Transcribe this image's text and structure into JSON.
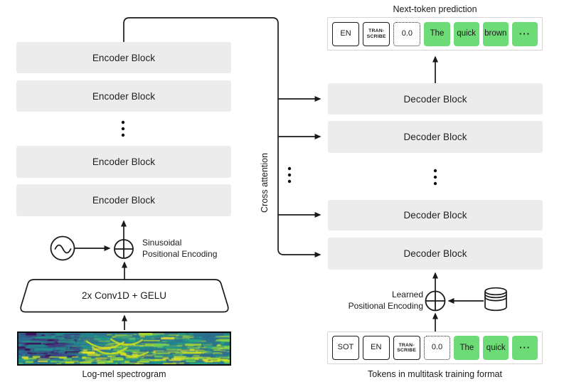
{
  "headings": {
    "next_token": "Next-token prediction",
    "tokens_format": "Tokens in multitask training format",
    "log_mel": "Log-mel spectrogram"
  },
  "encoder": {
    "blocks": [
      "Encoder Block",
      "Encoder Block",
      "Encoder Block",
      "Encoder Block"
    ],
    "conv_label": "2x Conv1D + GELU",
    "pe_line1": "Sinusoidal",
    "pe_line2": "Positional Encoding"
  },
  "decoder": {
    "blocks": [
      "Decoder Block",
      "Decoder Block",
      "Decoder Block",
      "Decoder Block"
    ],
    "pe_line1": "Learned",
    "pe_line2": "Positional Encoding"
  },
  "cross_attention": {
    "label": "Cross attention"
  },
  "output_row": {
    "tokens": [
      {
        "label": "EN",
        "type": "special"
      },
      {
        "label": "TRAN-",
        "label2": "SCRIBE",
        "type": "special"
      },
      {
        "label": "0.0",
        "type": "timestamp"
      },
      {
        "label": "The",
        "type": "text"
      },
      {
        "label": "quick",
        "type": "text"
      },
      {
        "label": "brown",
        "type": "text"
      },
      {
        "label": "···",
        "type": "text"
      }
    ]
  },
  "input_row": {
    "tokens": [
      {
        "label": "SOT",
        "type": "special"
      },
      {
        "label": "EN",
        "type": "special"
      },
      {
        "label": "TRAN-",
        "label2": "SCRIBE",
        "type": "special"
      },
      {
        "label": "0.0",
        "type": "timestamp"
      },
      {
        "label": "The",
        "type": "text"
      },
      {
        "label": "quick",
        "type": "text"
      },
      {
        "label": "···",
        "type": "text"
      }
    ]
  },
  "icons": {
    "sine_icon": "sine-wave-source",
    "plus_icons": "positional-encoding-add",
    "cylinder_icon": "learned-embedding-store"
  },
  "colors": {
    "block_bg": "#ececec",
    "token_green": "#6edc76",
    "line": "#1a1a1a",
    "container_border": "#d5d5d5"
  },
  "spectrogram": {
    "palette": {
      "base": "#2d6e8e",
      "purples": [
        "#440154",
        "#46317e",
        "#3b518b"
      ],
      "teals": [
        "#2a788e",
        "#21918c",
        "#27808e",
        "#31688e",
        "#23a883"
      ],
      "yellows": [
        "#fde725",
        "#b5de2b",
        "#7ad151",
        "#d2e21b"
      ]
    }
  }
}
